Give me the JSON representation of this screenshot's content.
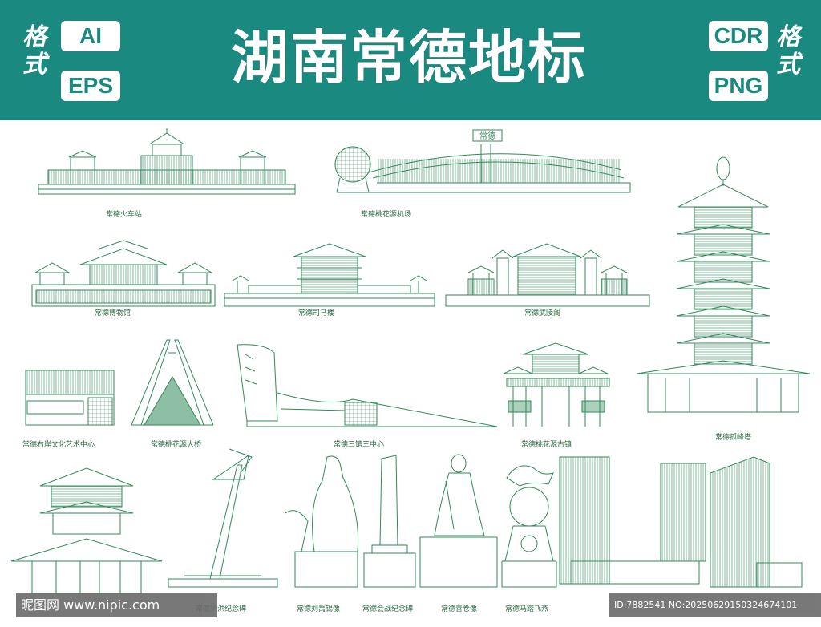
{
  "banner": {
    "title": "湖南常德地标",
    "left_format_label": "格式",
    "right_format_label": "格式",
    "formats_left": [
      "AI",
      "EPS"
    ],
    "formats_right": [
      "CDR",
      "PNG"
    ],
    "color": "#1a8a80"
  },
  "line_color": "#2e8b57",
  "landmarks": [
    {
      "label": "常德火车站"
    },
    {
      "label": "常德桃花源机场"
    },
    {
      "label": "常德博物馆"
    },
    {
      "label": "常德司马楼"
    },
    {
      "label": "常德武陵阁"
    },
    {
      "label": "常德孤峰塔"
    },
    {
      "label": "常德右岸文化艺术中心"
    },
    {
      "label": "常德桃花源大桥"
    },
    {
      "label": "常德三馆三中心"
    },
    {
      "label": "常德桃花源古镇"
    },
    {
      "label": "常德抗洪纪念碑"
    },
    {
      "label": "常德刘禹锡像"
    },
    {
      "label": "常德会战纪念碑"
    },
    {
      "label": "常德善卷像"
    },
    {
      "label": "常德马踏飞燕"
    }
  ],
  "sign_text": "常德",
  "watermark": {
    "left": "昵图网 www.nipic.com",
    "right": "ID:7882541 NO:20250629150324674101"
  }
}
